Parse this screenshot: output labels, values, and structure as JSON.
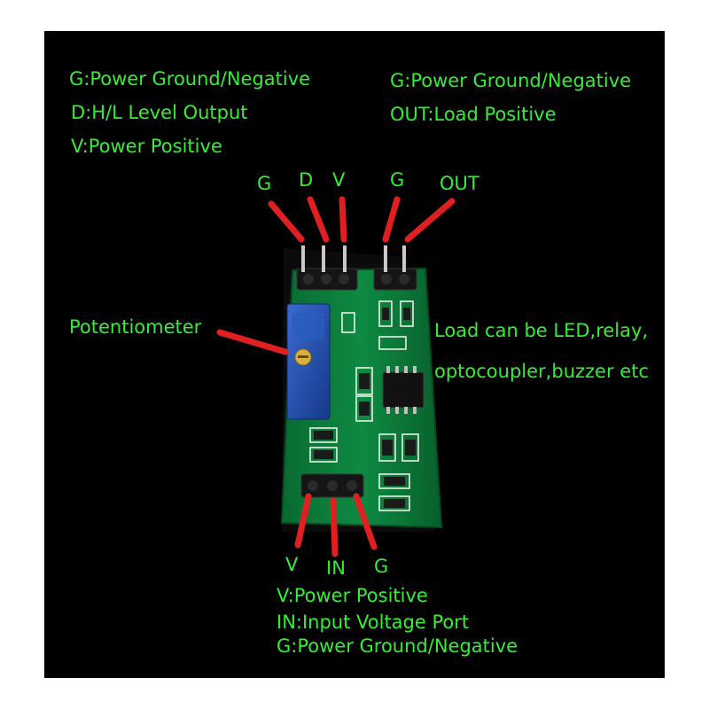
{
  "top_left_legend": [
    "G:Power Ground/Negative",
    "D:H/L Level Output",
    "V:Power Positive"
  ],
  "top_right_legend": [
    "G:Power Ground/Negative",
    "OUT:Load Positive"
  ],
  "top_pins": [
    "G",
    "D",
    "V",
    "G",
    "OUT"
  ],
  "potentiometer_label": "Potentiometer",
  "load_note": [
    "Load can be LED,relay,",
    "optocoupler,buzzer etc"
  ],
  "bottom_pins": [
    "V",
    "IN",
    "G"
  ],
  "bottom_legend": [
    "V:Power Positive",
    "IN:Input Voltage Port",
    "G:Power Ground/Negative"
  ],
  "colors": {
    "label_text": "#33ee33",
    "pointer": "#e02020",
    "board": "#0b7a3a",
    "potentiometer": "#1f4fb0",
    "background": "#000000"
  }
}
